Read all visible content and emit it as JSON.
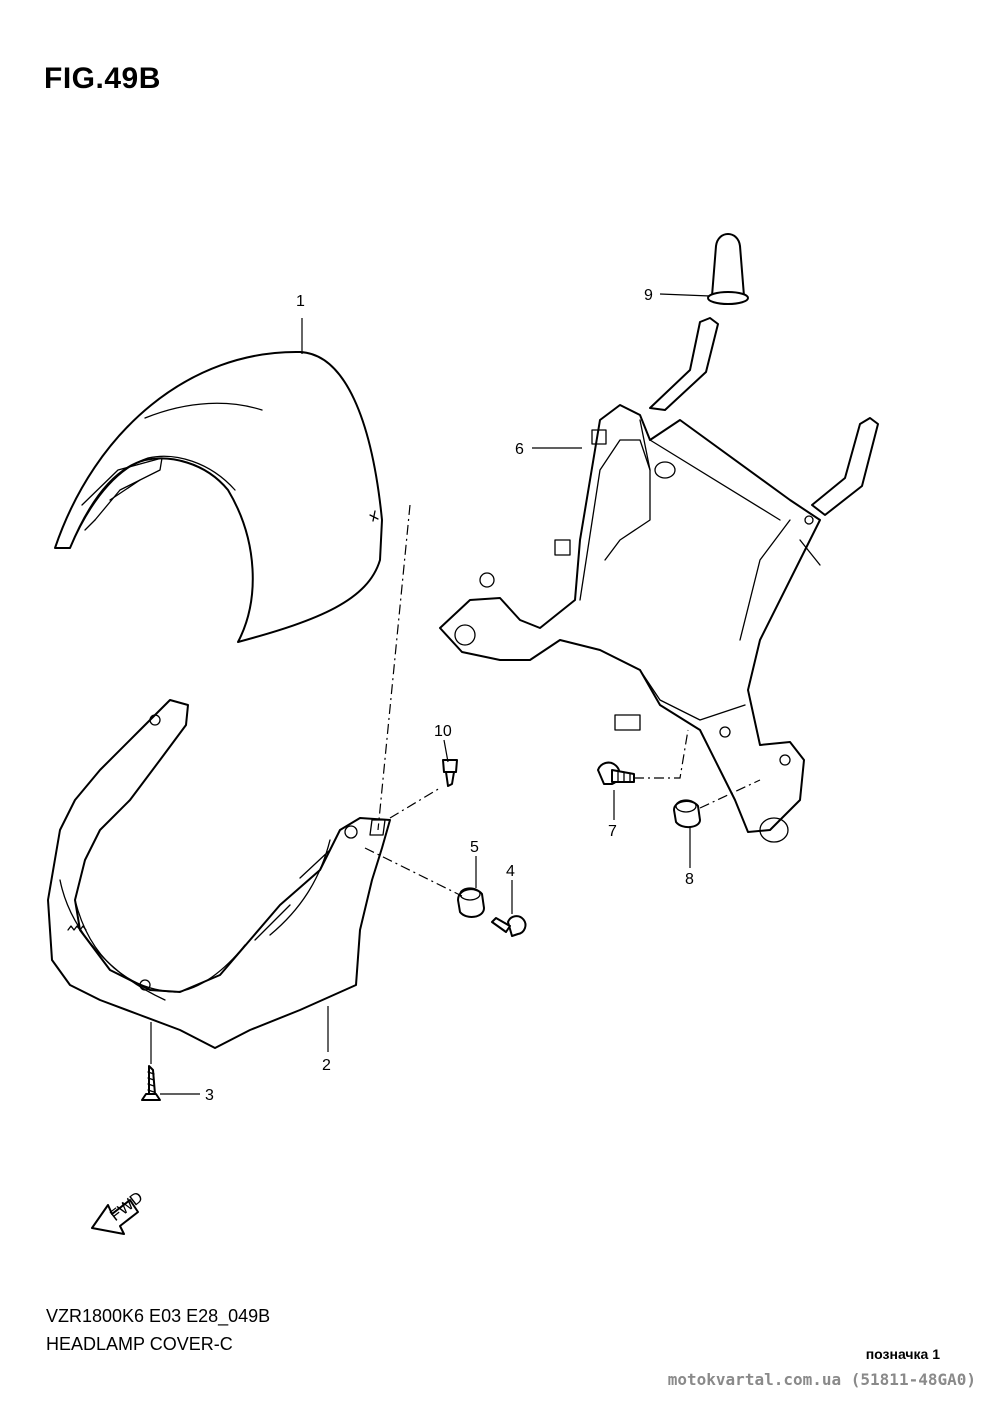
{
  "figure": {
    "title": "FIG.49B",
    "code": "VZR1800K6  E03  E28_049B",
    "name": "HEADLAMP COVER-C"
  },
  "callouts": [
    {
      "id": "1",
      "label": "1"
    },
    {
      "id": "2",
      "label": "2"
    },
    {
      "id": "3",
      "label": "3"
    },
    {
      "id": "4",
      "label": "4"
    },
    {
      "id": "5",
      "label": "5"
    },
    {
      "id": "6",
      "label": "6"
    },
    {
      "id": "7",
      "label": "7"
    },
    {
      "id": "8",
      "label": "8"
    },
    {
      "id": "9",
      "label": "9"
    },
    {
      "id": "10",
      "label": "10"
    }
  ],
  "fwd_label": "FWD",
  "mark": "позначка 1",
  "watermark": "motokvartal.com.ua (51811-48GA0)"
}
